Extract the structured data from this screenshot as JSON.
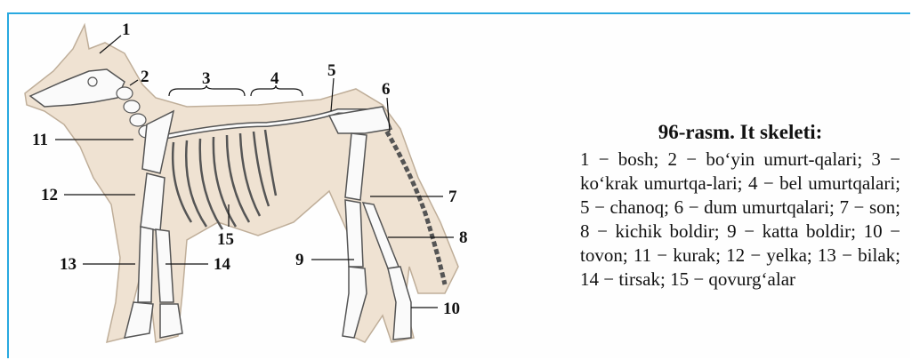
{
  "caption": {
    "title": "96-rasm. It skeleti:",
    "body": "1 − bosh; 2 − bo‘yin umurt-qalari; 3 − ko‘krak umurtqa-lari; 4 − bel umurtqalari; 5 − chanoq; 6 − dum umurtqalari; 7 − son; 8 − kichik boldir; 9 − katta boldir; 10 − tovon; 11 − kurak; 12 − yelka; 13 − bilak; 14 − tirsak; 15 − qovurg‘alar"
  },
  "callouts": [
    "1",
    "2",
    "3",
    "4",
    "5",
    "6",
    "7",
    "8",
    "9",
    "10",
    "11",
    "12",
    "13",
    "14",
    "15"
  ],
  "colors": {
    "frame": "#29a9e0",
    "body": "#efe2d2",
    "bone": "#ffffff",
    "bone_outline": "#555555"
  }
}
